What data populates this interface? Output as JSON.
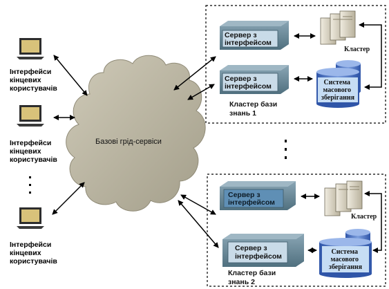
{
  "users": [
    {
      "label_lines": [
        "Інтерфейси",
        "кінцевих",
        "користувачів"
      ]
    },
    {
      "label_lines": [
        "Інтерфейси",
        "кінцевих",
        "користувачів"
      ]
    },
    {
      "label_lines": [
        "Інтерфейси",
        "кінцевих",
        "користувачів"
      ]
    }
  ],
  "users_ellipsis": "·\n·\n·",
  "cloud": {
    "label": "Базові грід-сервіси"
  },
  "clusters_ellipsis": "·\n·\n·",
  "clusters": [
    {
      "name_lines": [
        "Кластер бази",
        "знань 1"
      ],
      "server_top_lines": [
        "Сервер з",
        "інтерфейсом"
      ],
      "server_bottom_lines": [
        "Сервер з",
        "інтерфейсом"
      ],
      "compute_label": "Кластер",
      "storage_lines": [
        "Система",
        "масового",
        "зберігання"
      ]
    },
    {
      "name_lines": [
        "Кластер бази",
        "знань 2"
      ],
      "server_top_lines": [
        "Сервер з",
        "інтерфейсом"
      ],
      "server_bottom_lines": [
        "Сервер з",
        "інтерфейсом"
      ],
      "compute_label": "Кластер",
      "storage_lines": [
        "Система",
        "масового",
        "зберігання"
      ]
    }
  ],
  "colors": {
    "cloud_fill": "#b9b4a1",
    "server_fill": "#6f8d9e",
    "server_label_fill": "#c9dbe8",
    "storage_fill": "#5b7fc5",
    "storage_label_fill": "#c6ddf4",
    "laptop_screen": "#d8c27a",
    "laptop_body": "#3a3a3a",
    "tower_fill": "#d9d3c2"
  }
}
